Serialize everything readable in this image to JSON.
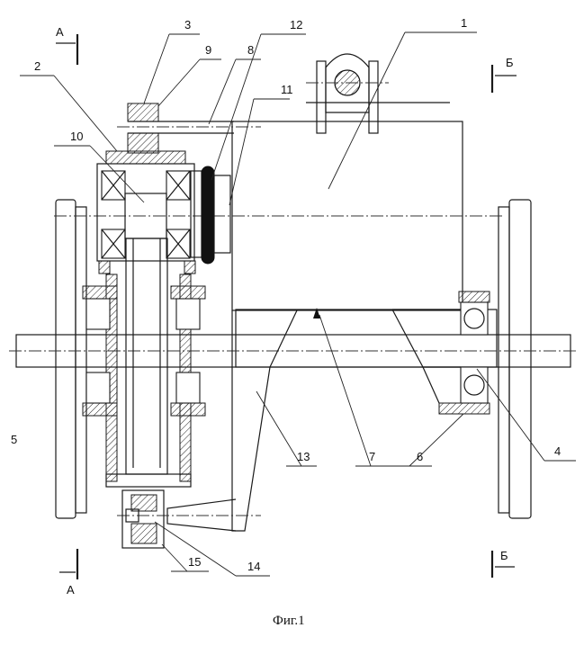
{
  "figure": {
    "caption": "Фиг.1",
    "section_labels": {
      "a_top": "А",
      "a_bottom": "А",
      "b_top": "Б",
      "b_bottom": "Б"
    },
    "part_numbers": [
      "1",
      "2",
      "3",
      "4",
      "5",
      "6",
      "7",
      "8",
      "9",
      "10",
      "11",
      "12",
      "13",
      "14",
      "15"
    ]
  }
}
